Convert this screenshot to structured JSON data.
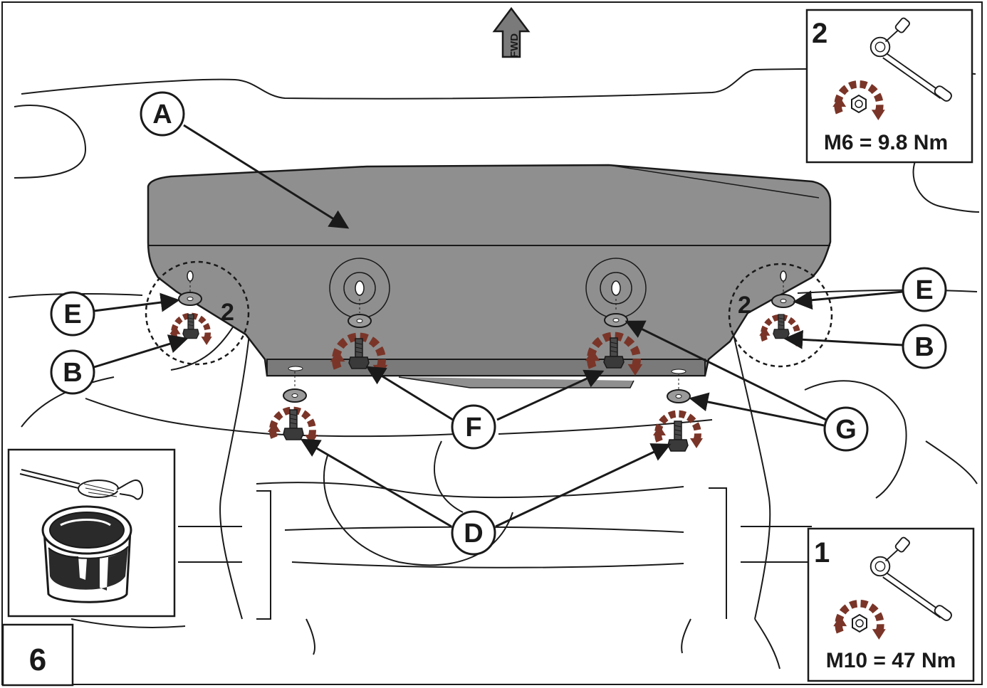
{
  "direction_arrow": {
    "label": "FWD"
  },
  "part_labels": [
    "A",
    "B",
    "B",
    "D",
    "E",
    "E",
    "F",
    "G"
  ],
  "callouts": {
    "A": "A",
    "B_left": "B",
    "B_right": "B",
    "D": "D",
    "E_left": "E",
    "E_right": "E",
    "F": "F",
    "G": "G"
  },
  "zone_markers": {
    "left": "2",
    "right": "2"
  },
  "torque_insets": [
    {
      "step": "2",
      "spec": "M6 = 9.8 Nm"
    },
    {
      "step": "1",
      "spec": "M10 = 47 Nm"
    }
  ],
  "step_number": "6",
  "colors": {
    "plate": "#8f8f8f",
    "plate_dark": "#7a7a7a",
    "rotation_arrow": "#7a3528",
    "line": "#1a1a1a",
    "washer": "#9a9a9a"
  },
  "icons": [
    "torque-wrench-icon",
    "rotation-arrow-icon",
    "paint-brush-icon",
    "paint-pot-icon",
    "forward-arrow-icon"
  ]
}
